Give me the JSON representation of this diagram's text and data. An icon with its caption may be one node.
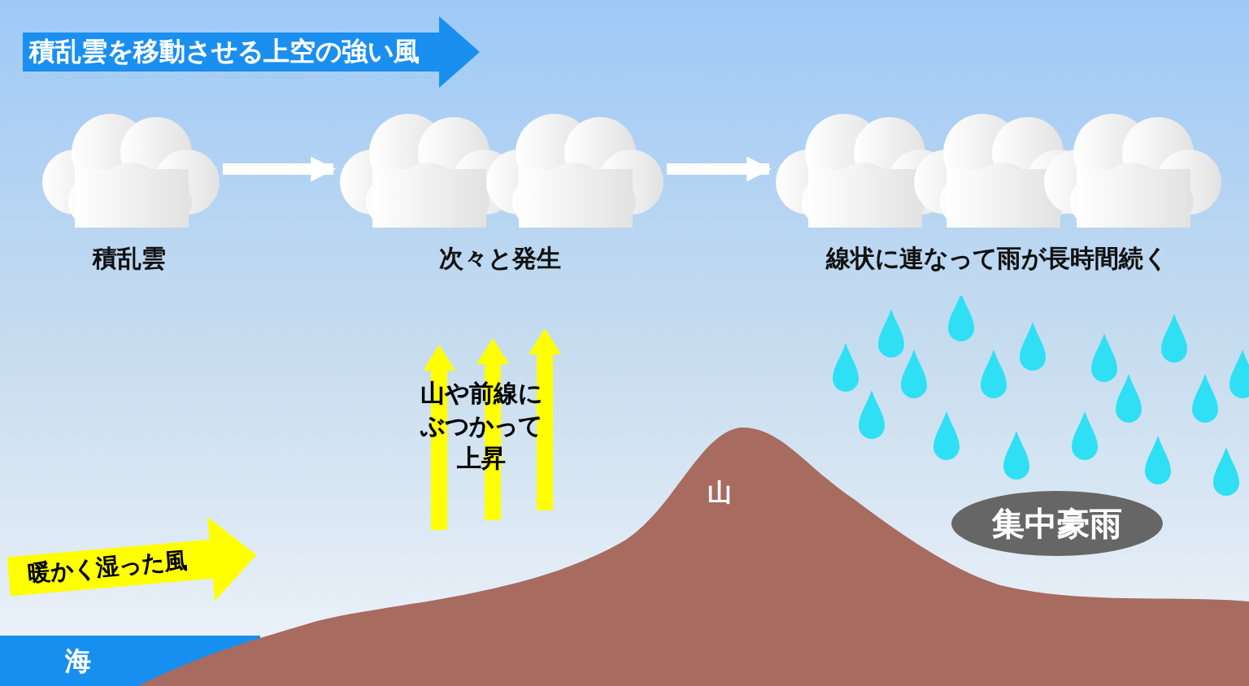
{
  "diagram": {
    "nodes": [
      {
        "text": [],
        "shape": "cloud",
        "beside": [
          "積乱雲"
        ]
      },
      {
        "text": [],
        "shape": "cloud",
        "beside": [
          "次々と発生"
        ]
      },
      {
        "text": [],
        "shape": "cloud",
        "beside": [
          "線状に連なって雨が長時間続く"
        ]
      },
      {
        "text": [
          "海"
        ]
      },
      {
        "text": [
          "山"
        ]
      },
      {
        "text": [
          "集中豪雨"
        ]
      }
    ],
    "edges": [
      {
        "from": 0,
        "to": 1,
        "arrow": "to"
      },
      {
        "from": 1,
        "to": 2,
        "arrow": "to"
      }
    ],
    "labels": [
      "積乱雲を移動させる上空の強い風",
      "山や前線にぶつかって上昇",
      "暖かく湿った風"
    ]
  }
}
